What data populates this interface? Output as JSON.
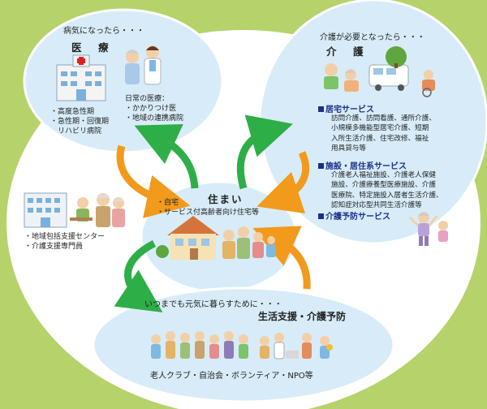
{
  "colors": {
    "background_green": "#b5d36a",
    "bubble_blue": "#d7ecf8",
    "bubble_white": "#ffffff",
    "arrow_green": "#2eae47",
    "arrow_orange": "#f29a1b",
    "section_navy": "#1b2f8a"
  },
  "medical": {
    "intro": "病気になったら・・・",
    "heading": "医　療",
    "left_items": [
      "・高度急性期",
      "・急性期・回復期",
      "　リハビリ病院"
    ],
    "daily_title": "日常の医療：",
    "daily_items": [
      "・かかりつけ医",
      "・地域の連携病院"
    ],
    "icons": [
      "hospital-icon",
      "doctor-and-patient-icon"
    ]
  },
  "care": {
    "intro": "介護が必要となったら・・・",
    "heading": "介　護",
    "home_services": {
      "title": "居宅サービス",
      "lines": [
        "訪問介護、訪問看護、通所介護、",
        "小規模多機能型居宅介護、短期",
        "入所生活介護、住宅改修、福祉",
        "用具貸与等"
      ]
    },
    "facility_services": {
      "title": "施設・居住系サービス",
      "lines": [
        "介護老人福祉施設、介護老人保健",
        "施設、介護療養型医療施設、介護",
        "医療院、特定施設入居者生活介護、",
        "認知症対応型共同生活介護等"
      ]
    },
    "prevention_services": {
      "title": "介護予防サービス"
    },
    "icons": [
      "care-van-icon",
      "caregiver-icon",
      "exercise-icon"
    ]
  },
  "housing": {
    "heading": "住まい",
    "items": [
      "・自宅",
      "・サービス付高齢者向け住宅等"
    ],
    "icons": [
      "house-icon",
      "family-icon"
    ]
  },
  "support_center": {
    "items": [
      "・地域包括支援センター",
      "・介護支援専門員"
    ],
    "icons": [
      "support-center-building-icon",
      "consultation-icon"
    ]
  },
  "living_support": {
    "intro": "いつまでも元気に暮らすために・・・",
    "heading": "生活支援・介護予防",
    "footer": "老人クラブ・自治会・ボランティア・NPO等",
    "icons": [
      "seniors-group-icon",
      "volunteer-icon"
    ]
  }
}
